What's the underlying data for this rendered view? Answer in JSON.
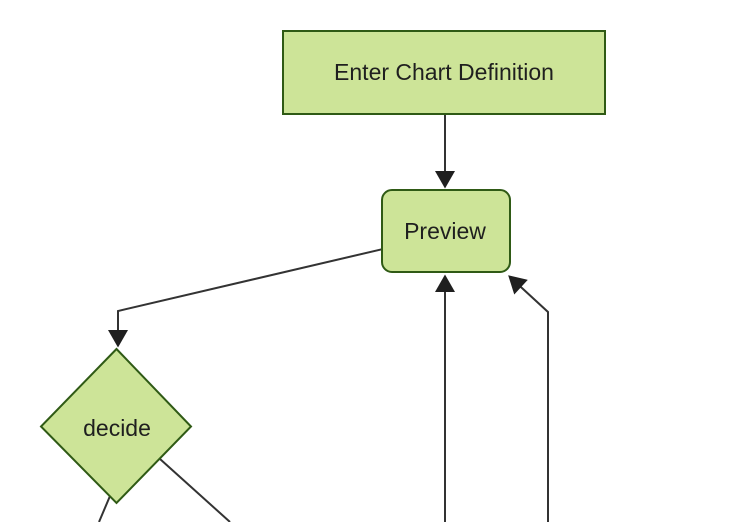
{
  "diagram": {
    "type": "flowchart",
    "nodes": {
      "enter_chart_definition": {
        "label": "Enter Chart Definition",
        "shape": "rectangle"
      },
      "preview": {
        "label": "Preview",
        "shape": "rounded-rectangle"
      },
      "decide": {
        "label": "decide",
        "shape": "diamond"
      }
    },
    "colors": {
      "background": "#ffffff",
      "node_fill": "#cde498",
      "node_border": "#2f5a15",
      "edge": "#333333",
      "arrowhead": "#1f1f1f",
      "text": "#1f1f1f"
    }
  }
}
